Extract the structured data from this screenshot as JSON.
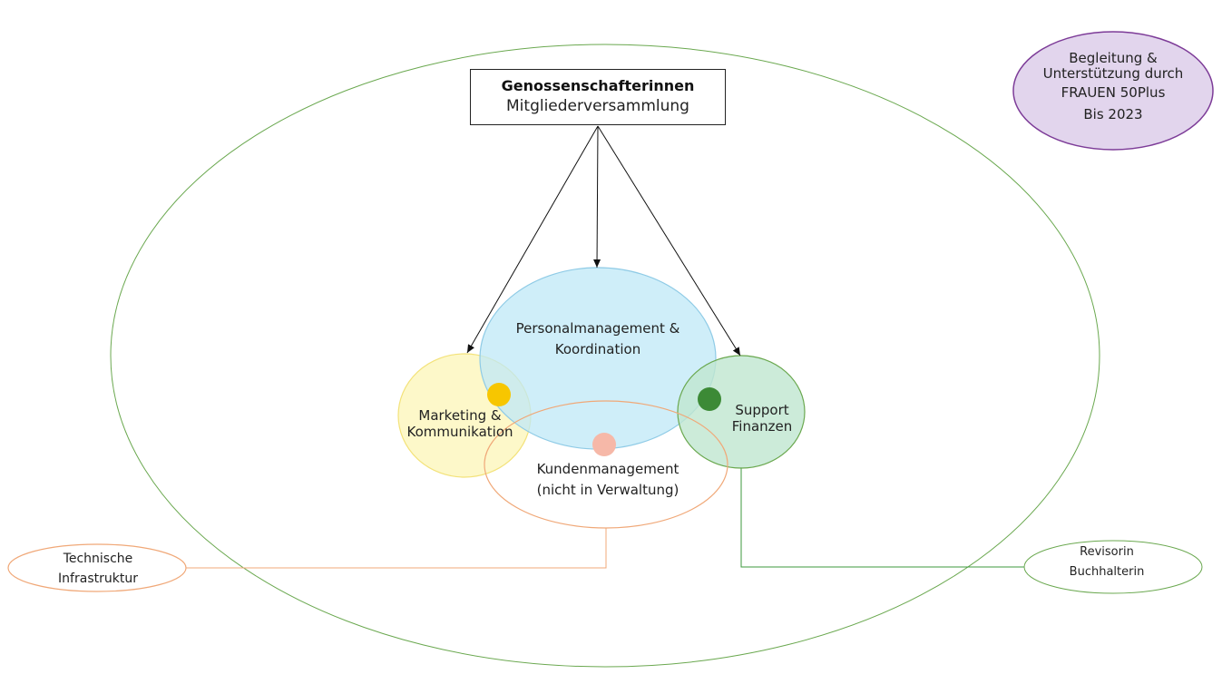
{
  "top_box": {
    "title": "Genossenschafterinnen",
    "subtitle": "Mitgliederversammlung"
  },
  "personal": {
    "line1": "Personalmanagement &",
    "line2": "Koordination"
  },
  "marketing": {
    "line1": "Marketing &",
    "line2": "Kommunikation"
  },
  "support": {
    "line1": "Support",
    "line2": "Finanzen"
  },
  "kunden": {
    "line1": "Kundenmanagement",
    "line2": "(nicht in Verwaltung)"
  },
  "begleitung": {
    "line1": "Begleitung &",
    "line2": "Unterstützung durch",
    "line3": "FRAUEN 50Plus",
    "line4": "Bis 2023"
  },
  "technische": {
    "line1": "Technische",
    "line2": "Infrastruktur"
  },
  "revisorin": {
    "line1": "Revisorin",
    "line2": "Buchhalterin"
  },
  "colors": {
    "outer": "#6aa84f",
    "personal_fill": "#c9ecf8",
    "marketing_fill": "#fdf7c3",
    "support_fill": "#c8ead6",
    "kunden_stroke": "#f0a878",
    "begleitung_fill": "#e2d5ed",
    "begleitung_stroke": "#7d3c98",
    "yellow_dot": "#f7c600",
    "green_dot": "#3c8a36",
    "pink_dot": "#f6b8a8"
  }
}
